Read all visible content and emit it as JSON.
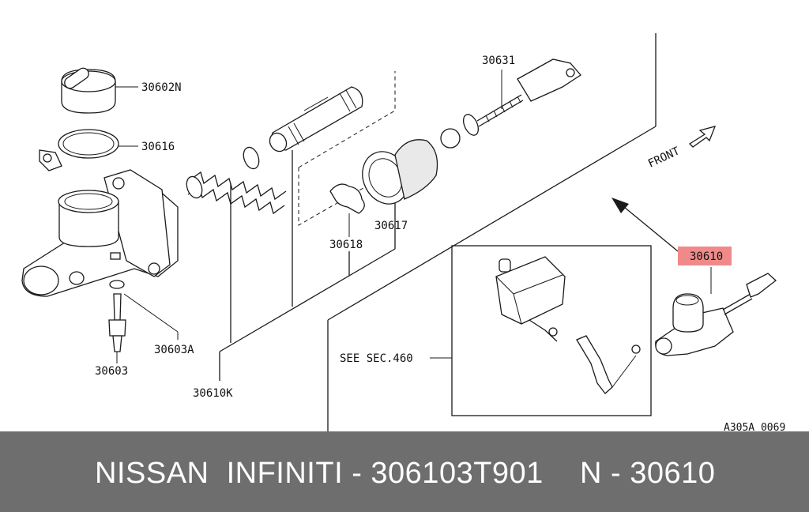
{
  "labels": {
    "p30602N": "30602N",
    "p30616": "30616",
    "p30603A": "30603A",
    "p30603": "30603",
    "p30610K": "30610K",
    "p30618": "30618",
    "p30617": "30617",
    "p30631": "30631",
    "p30610": "30610",
    "front": "FRONT",
    "see_sec": "SEE SEC.460",
    "ref_code": "A305A 0069"
  },
  "footer": {
    "brand_text": "NISSAN  INFINITI - 306103T901",
    "code_text": "N - 30610"
  },
  "colors": {
    "highlight": "#f08a8a",
    "footer_bg": "#6e6e6e",
    "footer_text": "#ffffff"
  }
}
